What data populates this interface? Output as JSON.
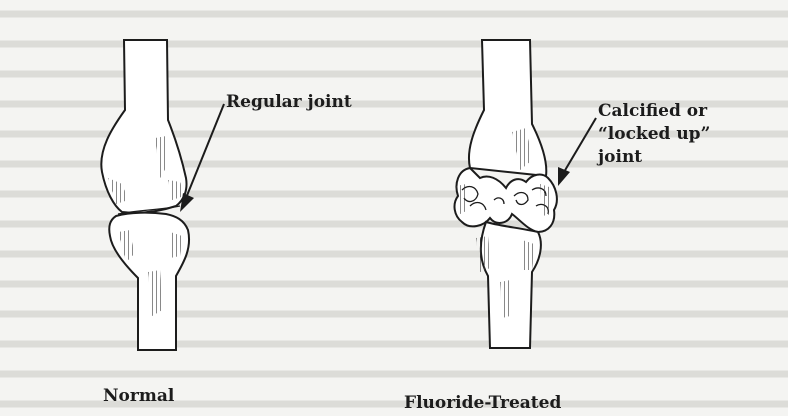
{
  "labels": {
    "regular_joint": "Regular joint",
    "calcified_line1": "Calcified or",
    "calcified_line2": "“locked up”",
    "calcified_line3": "joint"
  },
  "captions": {
    "normal": "Normal",
    "fluoride": "Fluoride-Treated"
  },
  "colors": {
    "ink": "#1c1c1c",
    "paper": "#f4f4f2",
    "bone": "#ffffff",
    "background_text": "#d9d9d5"
  }
}
